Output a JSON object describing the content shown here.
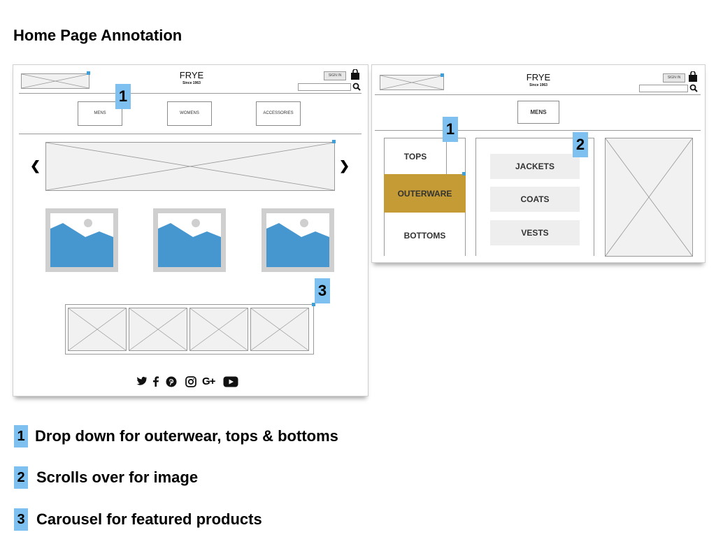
{
  "page_title": "Home Page Annotation",
  "left_wireframe": {
    "brand": "FRYE",
    "since": "Since 1963",
    "sign_in": "SIGN IN",
    "nav": [
      "MENS",
      "WOMENS",
      "ACCESSORIES"
    ],
    "prev_arrow": "❮",
    "next_arrow": "❯",
    "social_icons": [
      "twitter-icon",
      "facebook-icon",
      "pinterest-icon",
      "instagram-icon",
      "google-plus-icon",
      "youtube-icon"
    ]
  },
  "right_wireframe": {
    "brand": "FRYE",
    "since": "Since 1963",
    "sign_in": "SIGN IN",
    "nav": [
      "MENS"
    ],
    "categories": [
      "TOPS",
      "OUTERWARE",
      "BOTTOMS"
    ],
    "subcategories": [
      "JACKETS",
      "COATS",
      "VESTS"
    ]
  },
  "badges": [
    "1",
    "2",
    "3"
  ],
  "legend": [
    {
      "num": "1",
      "text": "Drop down for outerwear, tops & bottoms"
    },
    {
      "num": "2",
      "text": "Scrolls over for image"
    },
    {
      "num": "3",
      "text": "Carousel for featured products"
    }
  ],
  "colors": {
    "badge": "#7ec0ef",
    "selected": "#c49b34",
    "image_blue": "#4696cf",
    "placeholder": "#f1f1f1"
  }
}
